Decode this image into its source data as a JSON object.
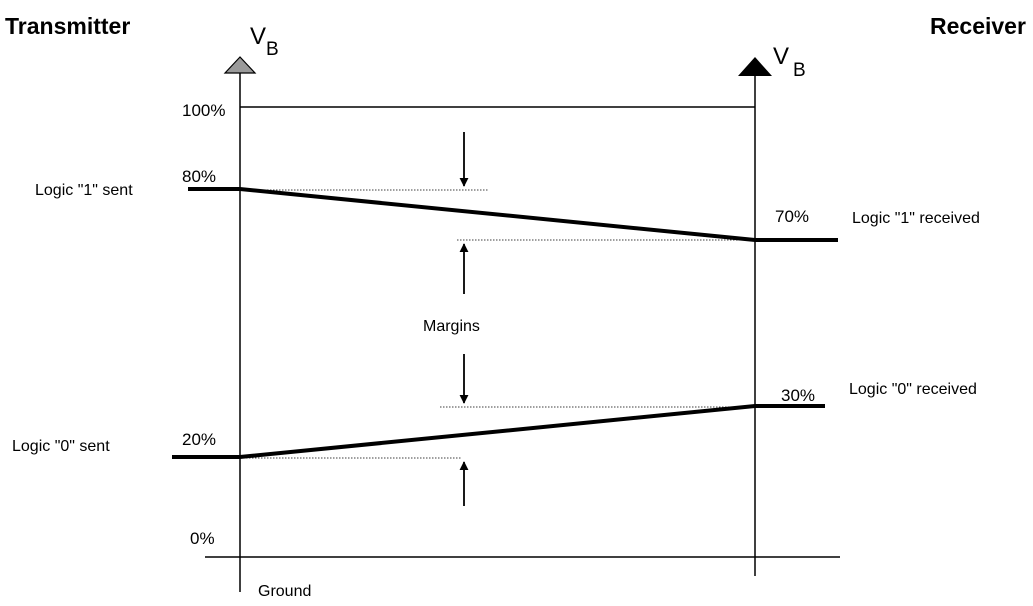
{
  "headers": {
    "transmitter": "Transmitter",
    "receiver": "Receiver"
  },
  "supply": {
    "symbol": "V",
    "subscript": "B"
  },
  "levels": {
    "p100": "100%",
    "p80": "80%",
    "p70": "70%",
    "p30": "30%",
    "p20": "20%",
    "p0": "0%"
  },
  "logic": {
    "one_sent": "Logic \"1\" sent",
    "one_received": "Logic \"1\" received",
    "zero_sent": "Logic \"0\" sent",
    "zero_received": "Logic \"0\" received"
  },
  "margins_label": "Margins",
  "ground_label": "Ground"
}
